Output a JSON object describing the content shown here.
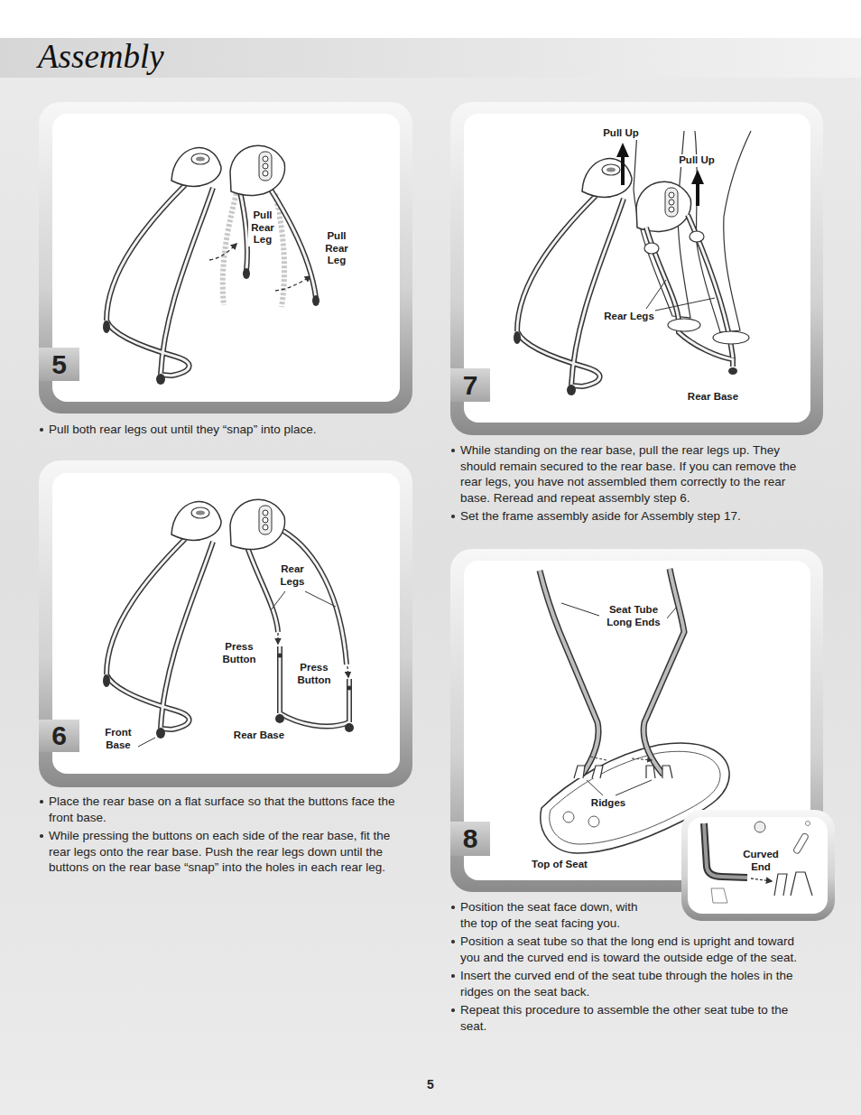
{
  "diagram": {
    "title": "Assembly",
    "nodes": [
      {
        "text": [
          "Pull Rear Leg",
          "Pull Rear Leg"
        ]
      },
      {
        "text": [
          "5"
        ],
        "in": 0
      },
      {
        "text": [
          "Pull Up",
          "Pull Up",
          "Rear Legs",
          "Rear Base"
        ]
      },
      {
        "text": [
          "7"
        ],
        "in": 2
      },
      {
        "text": [
          "Rear Legs",
          "Press Button",
          "Press Button",
          "Front Base",
          "Rear Base"
        ]
      },
      {
        "text": [
          "6"
        ],
        "in": 4
      },
      {
        "text": [
          "Seat Tube Long Ends",
          "Ridges",
          "Top of Seat"
        ]
      },
      {
        "text": [
          "8"
        ],
        "in": 6
      },
      {
        "text": [
          "Curved End"
        ]
      }
    ],
    "labels": [
      "Pull both rear legs out until they “snap” into place.",
      "Place the rear base on a flat surface so that the buttons face the front base.",
      "While pressing the buttons on each side of the rear base, fit the rear legs onto the rear base. Push the rear legs down until the buttons on the rear base “snap” into the holes in each rear leg.",
      "While standing on the rear base, pull the rear legs up. They should remain secured to the rear base. If you can remove the rear legs, you have not assembled them correctly to the rear base. Reread and repeat assembly step 6.",
      "Set the frame assembly aside for Assembly step 17.",
      "Position the seat face down, with the top of the seat facing you.",
      "Position a seat tube so that the long end is upright and toward you and the curved end is toward the outside edge of the seat.",
      "Insert the curved end of the seat tube through the holes in the ridges on the seat back.",
      "Repeat this procedure to assemble the other seat tube to the seat.",
      "5"
    ]
  }
}
